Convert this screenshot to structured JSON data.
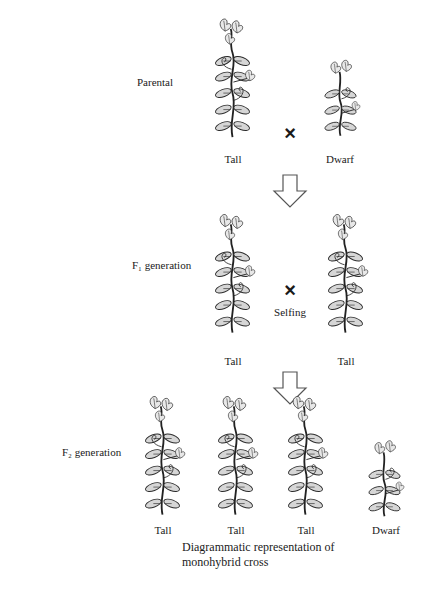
{
  "diagram": {
    "caption": "Diagrammatic representation of monohybrid cross",
    "labels": [
      "Parental",
      "×",
      "Tall",
      "Dwarf",
      "F₁ generation",
      "×",
      "Selfing",
      "Tall",
      "Tall",
      "F₂ generation",
      "Tall",
      "Tall",
      "Tall",
      "Dwarf"
    ]
  }
}
